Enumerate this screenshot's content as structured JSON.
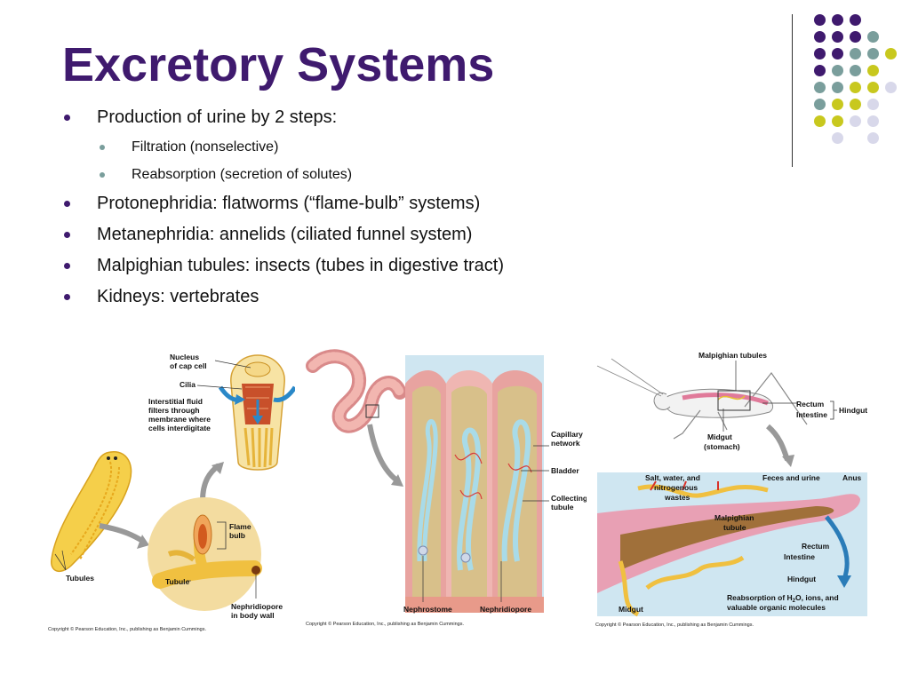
{
  "title": "Excretory Systems",
  "bullets": [
    {
      "text": "Production of urine by 2 steps:",
      "sub": [
        "Filtration (nonselective)",
        "Reabsorption (secretion of solutes)"
      ]
    },
    {
      "text": "Protonephridia: flatworms (“flame-bulb” systems)"
    },
    {
      "text": "Metanephridia: annelids (ciliated funnel system)"
    },
    {
      "text": "Malpighian tubules: insects (tubes in digestive tract)"
    },
    {
      "text": "Kidneys: vertebrates"
    }
  ],
  "colors": {
    "title": "#3f1a6e",
    "purple": "#3f1a6e",
    "teal": "#7a9e9c",
    "lime": "#c8c81e",
    "lavender": "#d8d8ea"
  },
  "figure1": {
    "labels": {
      "nucleus": "Nucleus",
      "cap_cell": "of cap cell",
      "cilia": "Cilia",
      "interstitial_1": "Interstitial fluid",
      "interstitial_2": "filters through",
      "interstitial_3": "membrane where",
      "interstitial_4": "cells interdigitate",
      "flame": "Flame",
      "bulb": "bulb",
      "tubules": "Tubules",
      "tubule": "Tubule",
      "nephridiopore_1": "Nephridiopore",
      "nephridiopore_2": "in body wall"
    },
    "copyright": "Copyright © Pearson Education, Inc., publishing as Benjamin Cummings."
  },
  "figure2": {
    "labels": {
      "capillary_1": "Capillary",
      "capillary_2": "network",
      "bladder": "Bladder",
      "collecting_1": "Collecting",
      "collecting_2": "tubule",
      "nephrostome": "Nephrostome",
      "nephridiopore": "Nephridiopore"
    },
    "copyright": "Copyright © Pearson Education, Inc., publishing as Benjamin Cummings."
  },
  "figure3": {
    "labels": {
      "malpighian_tubules": "Malpighian tubules",
      "rectum": "Rectum",
      "intestine": "Intestine",
      "hindgut": "Hindgut",
      "midgut_1": "Midgut",
      "midgut_2": "(stomach)",
      "salt_1": "Salt, water, and",
      "salt_2": "nitrogenous",
      "salt_3": "wastes",
      "feces": "Feces and urine",
      "anus": "Anus",
      "malpighian_1": "Malpighian",
      "malpighian_2": "tubule",
      "rectum2": "Rectum",
      "intestine2": "Intestine",
      "hindgut2": "Hindgut",
      "midgut_b": "Midgut",
      "reabsorption_1": "Reabsorption of H",
      "reabsorption_sub": "2",
      "reabsorption_1b": "O, ions, and",
      "reabsorption_2": "valuable organic molecules"
    },
    "copyright": "Copyright © Pearson Education, Inc., publishing as Benjamin Cummings."
  }
}
